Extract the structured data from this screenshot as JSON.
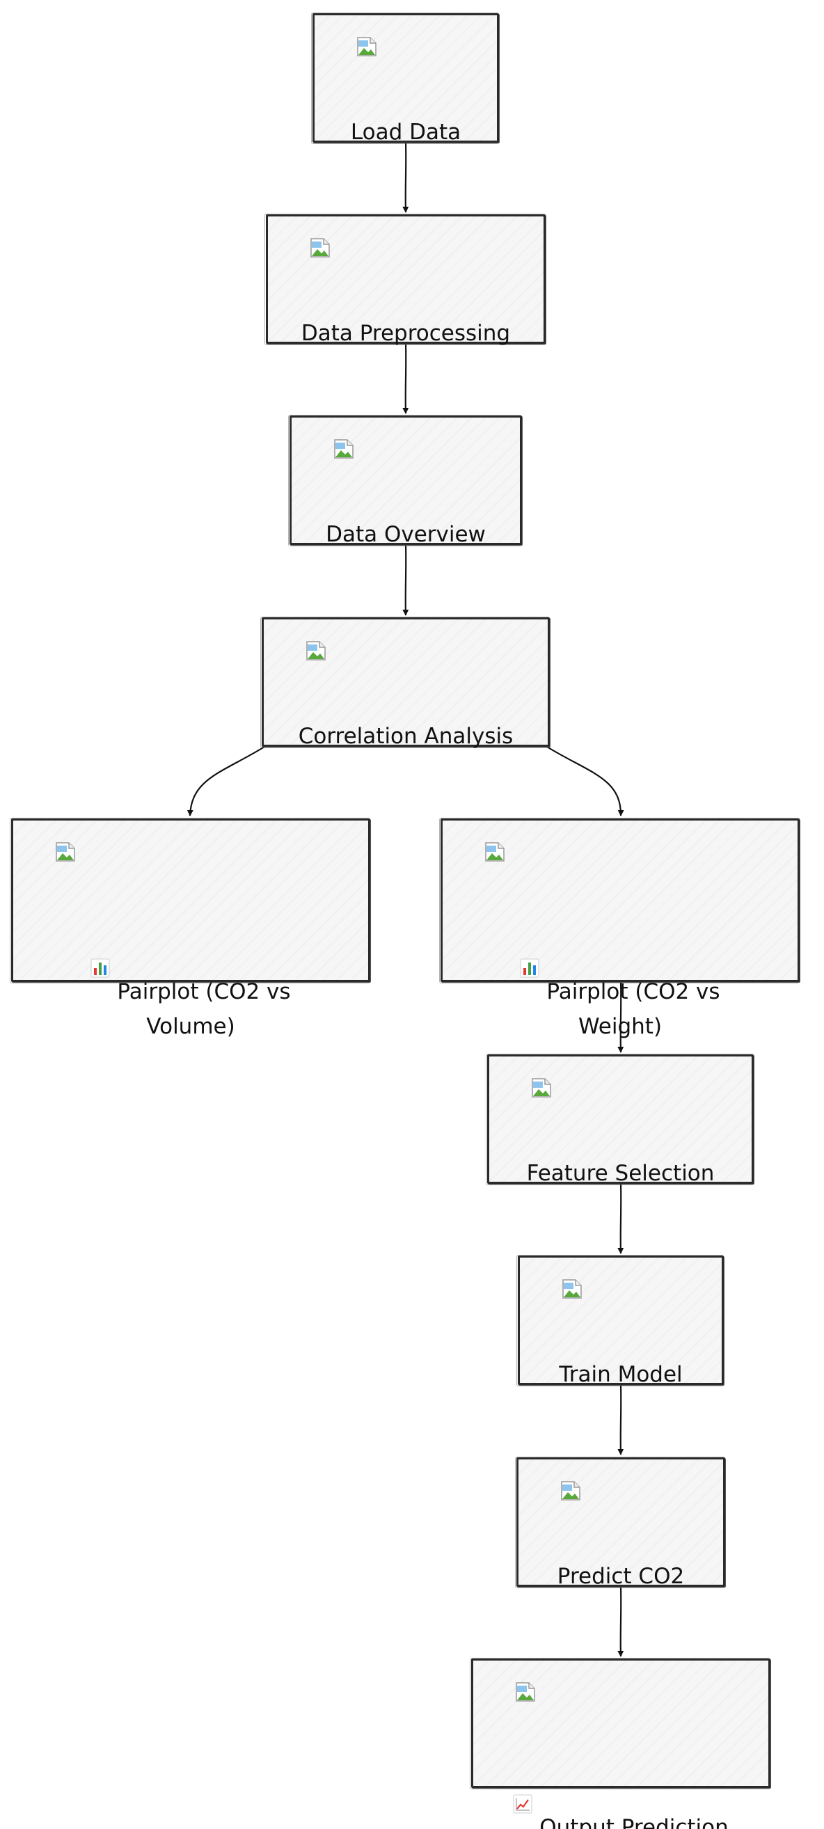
{
  "colors": {
    "background": "#ffffff",
    "node_fill": "#f6f6f6",
    "node_border": "#2a2a2a",
    "edge": "#111111",
    "text": "#111111"
  },
  "nodes": [
    {
      "id": "load",
      "label": "Load Data",
      "image": "broken-image-icon"
    },
    {
      "id": "prep",
      "label": "Data Preprocessing",
      "image": "broken-image-icon"
    },
    {
      "id": "overview",
      "label": "Data Overview",
      "image": "broken-image-icon"
    },
    {
      "id": "corr",
      "label": "Correlation Analysis",
      "image": "broken-image-icon"
    },
    {
      "id": "pp_vol",
      "label": "Pairplot (CO2 vs\nVolume)",
      "image": "broken-image-icon",
      "label_icon": "bar-chart-icon"
    },
    {
      "id": "pp_wt",
      "label": "Pairplot (CO2 vs\nWeight)",
      "image": "broken-image-icon",
      "label_icon": "bar-chart-icon"
    },
    {
      "id": "feat",
      "label": "Feature Selection",
      "image": "broken-image-icon"
    },
    {
      "id": "train",
      "label": "Train Model",
      "image": "broken-image-icon"
    },
    {
      "id": "predict",
      "label": "Predict CO2",
      "image": "broken-image-icon"
    },
    {
      "id": "output",
      "label": "Output Prediction",
      "image": "broken-image-icon",
      "label_icon": "line-chart-icon"
    }
  ],
  "edges": [
    {
      "from": "load",
      "to": "prep"
    },
    {
      "from": "prep",
      "to": "overview"
    },
    {
      "from": "overview",
      "to": "corr"
    },
    {
      "from": "corr",
      "to": "pp_vol"
    },
    {
      "from": "corr",
      "to": "pp_wt"
    },
    {
      "from": "pp_wt",
      "to": "feat"
    },
    {
      "from": "feat",
      "to": "train"
    },
    {
      "from": "train",
      "to": "predict"
    },
    {
      "from": "predict",
      "to": "output"
    }
  ]
}
